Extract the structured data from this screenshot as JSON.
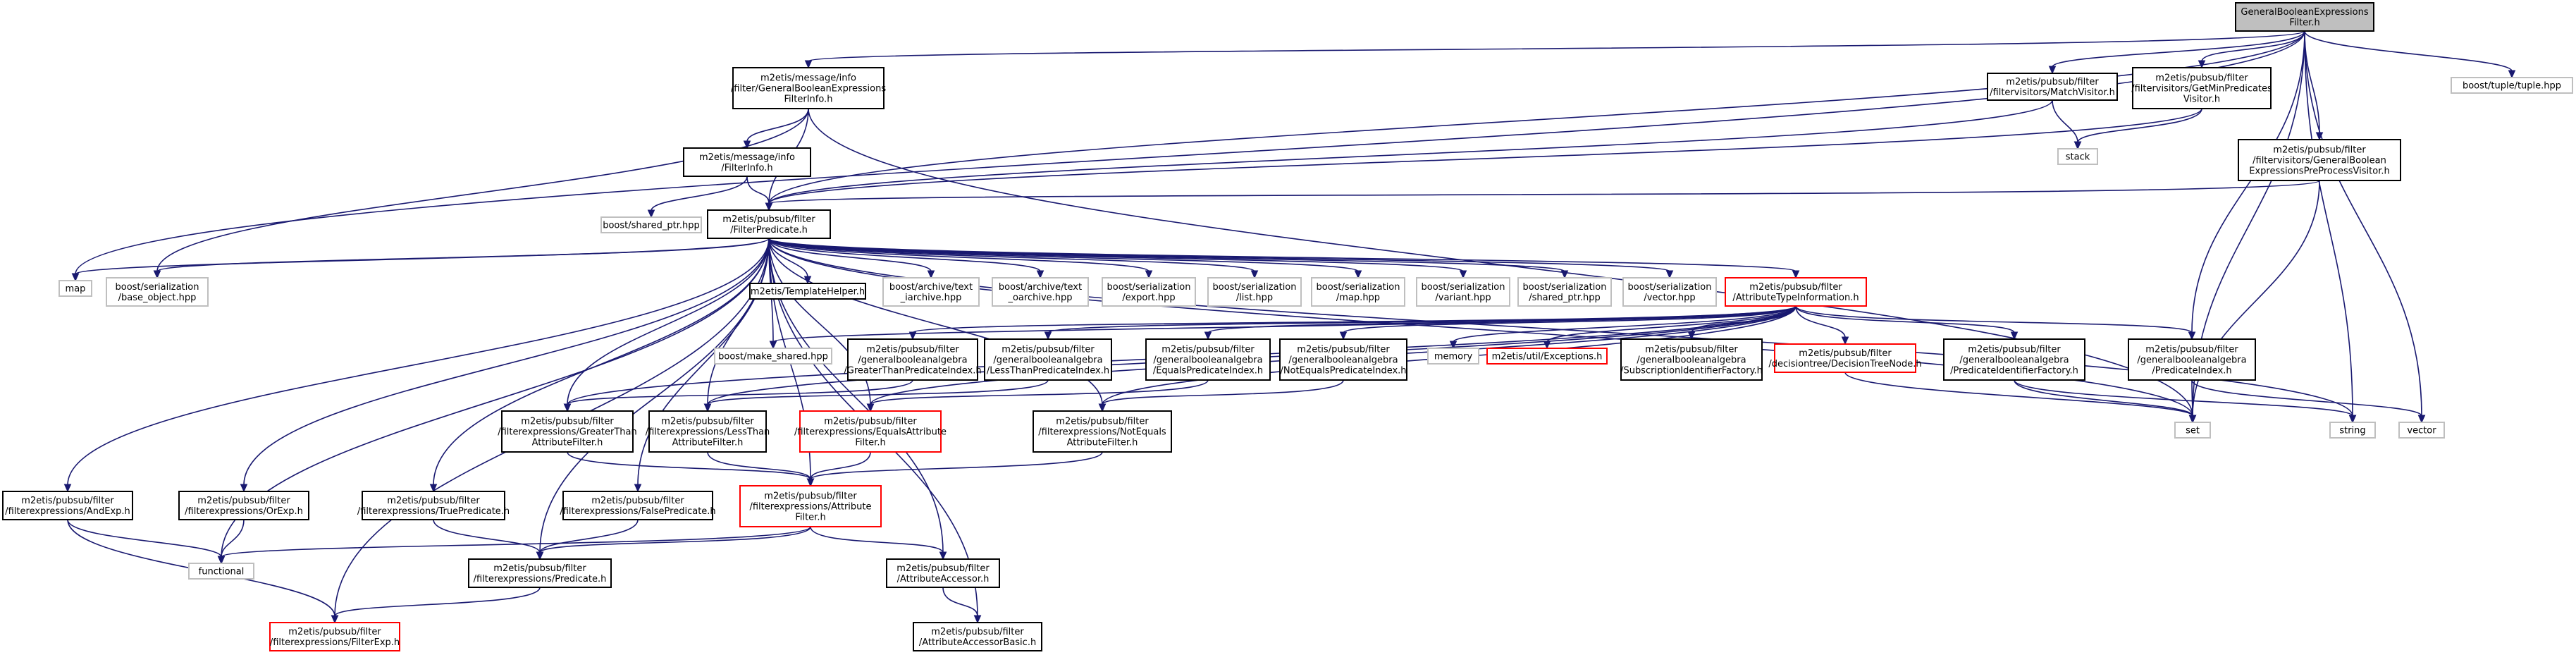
{
  "colors": {
    "edge": "#191970",
    "root_fill": "#bfbfbf",
    "root_stroke": "#000000",
    "normal_stroke": "#000000",
    "external_stroke": "#bfbfbf",
    "red_stroke": "#ff0000"
  },
  "nodes": [
    {
      "id": "root",
      "style": "root",
      "lines": [
        "GeneralBooleanExpressions",
        "Filter.h"
      ]
    },
    {
      "id": "gbefinfo",
      "style": "normal",
      "lines": [
        "m2etis/message/info",
        "/filter/GeneralBooleanExpressions",
        "FilterInfo.h"
      ]
    },
    {
      "id": "matchvisitor",
      "style": "normal",
      "lines": [
        "m2etis/pubsub/filter",
        "/filtervisitors/MatchVisitor.h"
      ]
    },
    {
      "id": "getminpred",
      "style": "normal",
      "lines": [
        "m2etis/pubsub/filter",
        "/filtervisitors/GetMinPredicates",
        "Visitor.h"
      ]
    },
    {
      "id": "tuple",
      "style": "external",
      "lines": [
        "boost/tuple/tuple.hpp"
      ]
    },
    {
      "id": "stack",
      "style": "external",
      "lines": [
        "stack"
      ]
    },
    {
      "id": "gbepreproc",
      "style": "normal",
      "lines": [
        "m2etis/pubsub/filter",
        "/filtervisitors/GeneralBoolean",
        "ExpressionsPreProcessVisitor.h"
      ]
    },
    {
      "id": "filterinfo",
      "style": "normal",
      "lines": [
        "m2etis/message/info",
        "/FilterInfo.h"
      ]
    },
    {
      "id": "sharedptr",
      "style": "external",
      "lines": [
        "boost/shared_ptr.hpp"
      ]
    },
    {
      "id": "filterpred",
      "style": "normal",
      "lines": [
        "m2etis/pubsub/filter",
        "/FilterPredicate.h"
      ]
    },
    {
      "id": "map",
      "style": "external",
      "lines": [
        "map"
      ]
    },
    {
      "id": "baseobject",
      "style": "external",
      "lines": [
        "boost/serialization",
        "/base_object.hpp"
      ]
    },
    {
      "id": "templatehelper",
      "style": "normal",
      "lines": [
        "m2etis/TemplateHelper.h"
      ]
    },
    {
      "id": "textiarchive",
      "style": "external",
      "lines": [
        "boost/archive/text",
        "_iarchive.hpp"
      ]
    },
    {
      "id": "textoarchive",
      "style": "external",
      "lines": [
        "boost/archive/text",
        "_oarchive.hpp"
      ]
    },
    {
      "id": "serexport",
      "style": "external",
      "lines": [
        "boost/serialization",
        "/export.hpp"
      ]
    },
    {
      "id": "serlist",
      "style": "external",
      "lines": [
        "boost/serialization",
        "/list.hpp"
      ]
    },
    {
      "id": "sermap",
      "style": "external",
      "lines": [
        "boost/serialization",
        "/map.hpp"
      ]
    },
    {
      "id": "servariant",
      "style": "external",
      "lines": [
        "boost/serialization",
        "/variant.hpp"
      ]
    },
    {
      "id": "sersharedptr",
      "style": "external",
      "lines": [
        "boost/serialization",
        "/shared_ptr.hpp"
      ]
    },
    {
      "id": "servector",
      "style": "external",
      "lines": [
        "boost/serialization",
        "/vector.hpp"
      ]
    },
    {
      "id": "attrtypeinfo",
      "style": "red",
      "lines": [
        "m2etis/pubsub/filter",
        "/AttributeTypeInformation.h"
      ]
    },
    {
      "id": "makeshared",
      "style": "external",
      "lines": [
        "boost/make_shared.hpp"
      ]
    },
    {
      "id": "gtpredindex",
      "style": "normal",
      "lines": [
        "m2etis/pubsub/filter",
        "/generalbooleanalgebra",
        "/GreaterThanPredicateIndex.h"
      ]
    },
    {
      "id": "ltpredindex",
      "style": "normal",
      "lines": [
        "m2etis/pubsub/filter",
        "/generalbooleanalgebra",
        "/LessThanPredicateIndex.h"
      ]
    },
    {
      "id": "eqpredindex",
      "style": "normal",
      "lines": [
        "m2etis/pubsub/filter",
        "/generalbooleanalgebra",
        "/EqualsPredicateIndex.h"
      ]
    },
    {
      "id": "neqpredindex",
      "style": "normal",
      "lines": [
        "m2etis/pubsub/filter",
        "/generalbooleanalgebra",
        "/NotEqualsPredicateIndex.h"
      ]
    },
    {
      "id": "memory",
      "style": "external",
      "lines": [
        "memory"
      ]
    },
    {
      "id": "exceptions",
      "style": "red",
      "lines": [
        "m2etis/util/Exceptions.h"
      ]
    },
    {
      "id": "subidfactory",
      "style": "normal",
      "lines": [
        "m2etis/pubsub/filter",
        "/generalbooleanalgebra",
        "/SubscriptionIdentifierFactory.h"
      ]
    },
    {
      "id": "dtnode",
      "style": "red",
      "lines": [
        "m2etis/pubsub/filter",
        "/decisiontree/DecisionTreeNode.h"
      ]
    },
    {
      "id": "predidfactory",
      "style": "normal",
      "lines": [
        "m2etis/pubsub/filter",
        "/generalbooleanalgebra",
        "/PredicateIdentifierFactory.h"
      ]
    },
    {
      "id": "predindex",
      "style": "normal",
      "lines": [
        "m2etis/pubsub/filter",
        "/generalbooleanalgebra",
        "/PredicateIndex.h"
      ]
    },
    {
      "id": "gtattrfilter",
      "style": "normal",
      "lines": [
        "m2etis/pubsub/filter",
        "/filterexpressions/GreaterThan",
        "AttributeFilter.h"
      ]
    },
    {
      "id": "ltattrfilter",
      "style": "normal",
      "lines": [
        "m2etis/pubsub/filter",
        "/filterexpressions/LessThan",
        "AttributeFilter.h"
      ]
    },
    {
      "id": "eqattrfilter",
      "style": "red",
      "lines": [
        "m2etis/pubsub/filter",
        "/filterexpressions/EqualsAttribute",
        "Filter.h"
      ]
    },
    {
      "id": "neqattrfilter",
      "style": "normal",
      "lines": [
        "m2etis/pubsub/filter",
        "/filterexpressions/NotEquals",
        "AttributeFilter.h"
      ]
    },
    {
      "id": "set",
      "style": "external",
      "lines": [
        "set"
      ]
    },
    {
      "id": "string",
      "style": "external",
      "lines": [
        "string"
      ]
    },
    {
      "id": "vector",
      "style": "external",
      "lines": [
        "vector"
      ]
    },
    {
      "id": "andexp",
      "style": "normal",
      "lines": [
        "m2etis/pubsub/filter",
        "/filterexpressions/AndExp.h"
      ]
    },
    {
      "id": "orexp",
      "style": "normal",
      "lines": [
        "m2etis/pubsub/filter",
        "/filterexpressions/OrExp.h"
      ]
    },
    {
      "id": "truepred",
      "style": "normal",
      "lines": [
        "m2etis/pubsub/filter",
        "/filterexpressions/TruePredicate.h"
      ]
    },
    {
      "id": "falsepred",
      "style": "normal",
      "lines": [
        "m2etis/pubsub/filter",
        "/filterexpressions/FalsePredicate.h"
      ]
    },
    {
      "id": "attrfilter",
      "style": "red",
      "lines": [
        "m2etis/pubsub/filter",
        "/filterexpressions/Attribute",
        "Filter.h"
      ]
    },
    {
      "id": "functional",
      "style": "external",
      "lines": [
        "functional"
      ]
    },
    {
      "id": "predicate",
      "style": "normal",
      "lines": [
        "m2etis/pubsub/filter",
        "/filterexpressions/Predicate.h"
      ]
    },
    {
      "id": "attraccessor",
      "style": "normal",
      "lines": [
        "m2etis/pubsub/filter",
        "/AttributeAccessor.h"
      ]
    },
    {
      "id": "filterexp",
      "style": "red",
      "lines": [
        "m2etis/pubsub/filter",
        "/filterexpressions/FilterExp.h"
      ]
    },
    {
      "id": "attraccessorbasic",
      "style": "normal",
      "lines": [
        "m2etis/pubsub/filter",
        "/AttributeAccessorBasic.h"
      ]
    }
  ],
  "edges": [
    [
      "root",
      "gbefinfo"
    ],
    [
      "root",
      "matchvisitor"
    ],
    [
      "root",
      "getminpred"
    ],
    [
      "root",
      "tuple"
    ],
    [
      "root",
      "gbepreproc"
    ],
    [
      "root",
      "filterpred"
    ],
    [
      "root",
      "map"
    ],
    [
      "root",
      "set"
    ],
    [
      "root",
      "string"
    ],
    [
      "root",
      "vector"
    ],
    [
      "root",
      "predindex"
    ],
    [
      "gbefinfo",
      "filterinfo"
    ],
    [
      "gbefinfo",
      "filterpred"
    ],
    [
      "gbefinfo",
      "baseobject"
    ],
    [
      "gbefinfo",
      "set"
    ],
    [
      "filterinfo",
      "sharedptr"
    ],
    [
      "filterinfo",
      "filterpred"
    ],
    [
      "matchvisitor",
      "stack"
    ],
    [
      "matchvisitor",
      "filterpred"
    ],
    [
      "getminpred",
      "stack"
    ],
    [
      "getminpred",
      "filterpred"
    ],
    [
      "gbepreproc",
      "filterpred"
    ],
    [
      "gbepreproc",
      "set"
    ],
    [
      "filterpred",
      "map"
    ],
    [
      "filterpred",
      "baseobject"
    ],
    [
      "filterpred",
      "templatehelper"
    ],
    [
      "filterpred",
      "textiarchive"
    ],
    [
      "filterpred",
      "textoarchive"
    ],
    [
      "filterpred",
      "serexport"
    ],
    [
      "filterpred",
      "serlist"
    ],
    [
      "filterpred",
      "sermap"
    ],
    [
      "filterpred",
      "servariant"
    ],
    [
      "filterpred",
      "sersharedptr"
    ],
    [
      "filterpred",
      "servector"
    ],
    [
      "filterpred",
      "attrtypeinfo"
    ],
    [
      "filterpred",
      "makeshared"
    ],
    [
      "filterpred",
      "andexp"
    ],
    [
      "filterpred",
      "orexp"
    ],
    [
      "filterpred",
      "truepred"
    ],
    [
      "filterpred",
      "falsepred"
    ],
    [
      "filterpred",
      "gtattrfilter"
    ],
    [
      "filterpred",
      "ltattrfilter"
    ],
    [
      "filterpred",
      "eqattrfilter"
    ],
    [
      "filterpred",
      "neqattrfilter"
    ],
    [
      "filterpred",
      "attrfilter"
    ],
    [
      "filterpred",
      "predicate"
    ],
    [
      "filterpred",
      "filterexp"
    ],
    [
      "filterpred",
      "functional"
    ],
    [
      "filterpred",
      "attraccessor"
    ],
    [
      "filterpred",
      "attraccessorbasic"
    ],
    [
      "filterpred",
      "set"
    ],
    [
      "filterpred",
      "string"
    ],
    [
      "attrtypeinfo",
      "makeshared"
    ],
    [
      "attrtypeinfo",
      "gtpredindex"
    ],
    [
      "attrtypeinfo",
      "ltpredindex"
    ],
    [
      "attrtypeinfo",
      "eqpredindex"
    ],
    [
      "attrtypeinfo",
      "neqpredindex"
    ],
    [
      "attrtypeinfo",
      "memory"
    ],
    [
      "attrtypeinfo",
      "exceptions"
    ],
    [
      "attrtypeinfo",
      "subidfactory"
    ],
    [
      "attrtypeinfo",
      "dtnode"
    ],
    [
      "attrtypeinfo",
      "predidfactory"
    ],
    [
      "attrtypeinfo",
      "predindex"
    ],
    [
      "attrtypeinfo",
      "gtattrfilter"
    ],
    [
      "attrtypeinfo",
      "ltattrfilter"
    ],
    [
      "attrtypeinfo",
      "eqattrfilter"
    ],
    [
      "attrtypeinfo",
      "neqattrfilter"
    ],
    [
      "gtpredindex",
      "gtattrfilter"
    ],
    [
      "ltpredindex",
      "ltattrfilter"
    ],
    [
      "eqpredindex",
      "eqattrfilter"
    ],
    [
      "neqpredindex",
      "neqattrfilter"
    ],
    [
      "dtnode",
      "set"
    ],
    [
      "predidfactory",
      "set"
    ],
    [
      "predidfactory",
      "string"
    ],
    [
      "predindex",
      "vector"
    ],
    [
      "predindex",
      "set"
    ],
    [
      "gtattrfilter",
      "attrfilter"
    ],
    [
      "ltattrfilter",
      "attrfilter"
    ],
    [
      "eqattrfilter",
      "attrfilter"
    ],
    [
      "neqattrfilter",
      "attrfilter"
    ],
    [
      "attrfilter",
      "functional"
    ],
    [
      "attrfilter",
      "predicate"
    ],
    [
      "attrfilter",
      "attraccessor"
    ],
    [
      "andexp",
      "functional"
    ],
    [
      "andexp",
      "filterexp"
    ],
    [
      "orexp",
      "functional"
    ],
    [
      "truepred",
      "predicate"
    ],
    [
      "falsepred",
      "predicate"
    ],
    [
      "predicate",
      "filterexp"
    ],
    [
      "attraccessor",
      "attraccessorbasic"
    ]
  ]
}
